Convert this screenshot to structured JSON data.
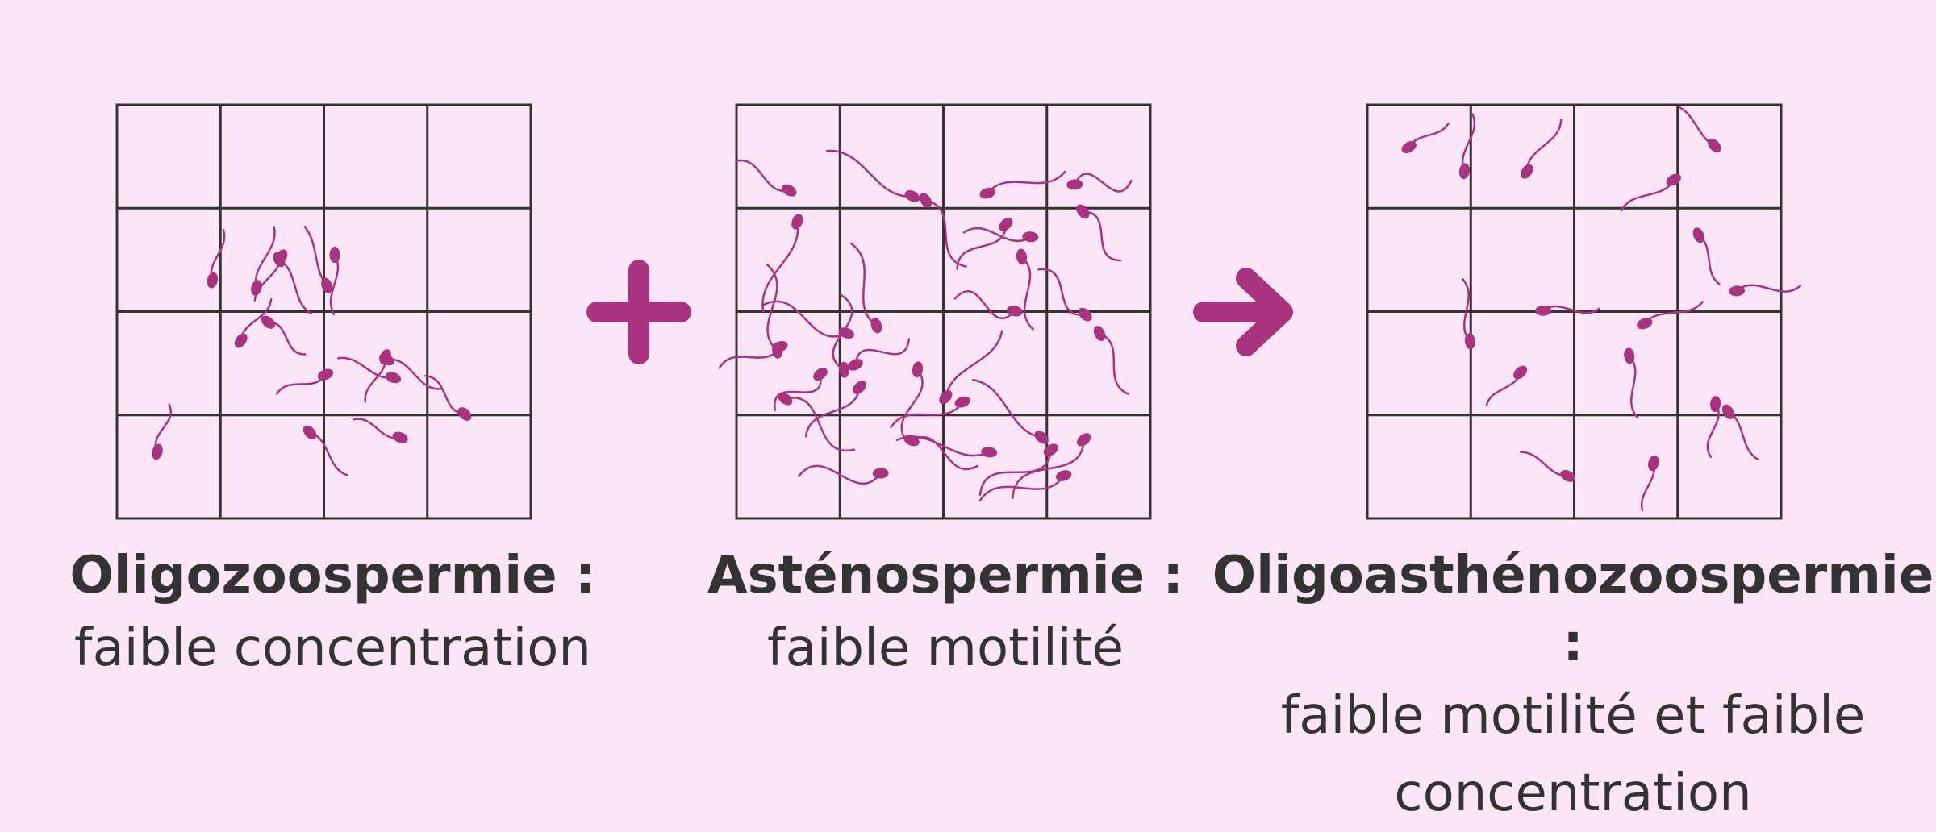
{
  "colors": {
    "background": "#fde5f8",
    "grid_line": "#333333",
    "sperm": "#a8337f",
    "operator": "#a8337f",
    "text": "#333333"
  },
  "operators": {
    "plus": "plus-icon",
    "result": "arrow-right-icon"
  },
  "panels": [
    {
      "title": "Oligozoospermie :",
      "description": "faible concentration",
      "grid": "4x4",
      "sperm_count": 16
    },
    {
      "title": "Asténospermie :",
      "description": "faible motilité",
      "grid": "4x4",
      "sperm_count": 32
    },
    {
      "title": "Oligoasthénozoospermie :",
      "description": "faible motilité et faible concentration",
      "grid": "4x4",
      "sperm_count": 16
    }
  ]
}
